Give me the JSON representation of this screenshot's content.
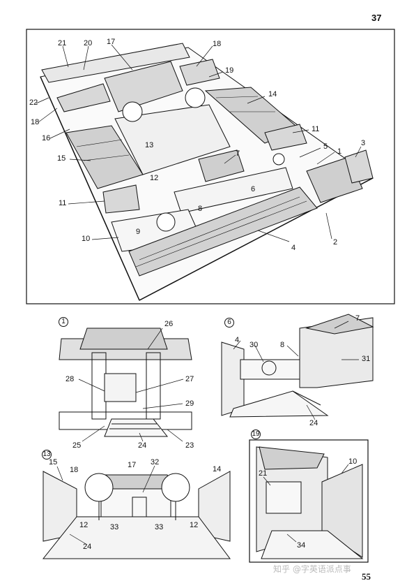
{
  "page": {
    "top_number": "37",
    "bottom_number": "55",
    "watermark": "知乎 @字英语派点事"
  },
  "aerial": {
    "labels": [
      "21",
      "20",
      "17",
      "18",
      "19",
      "22",
      "18",
      "14",
      "16",
      "11",
      "5",
      "1",
      "3",
      "13",
      "7",
      "15",
      "12",
      "6",
      "11",
      "8",
      "9",
      "10",
      "4",
      "2"
    ]
  },
  "view1": {
    "marker": "1",
    "labels": [
      "26",
      "28",
      "27",
      "29",
      "25",
      "24",
      "23"
    ]
  },
  "view6": {
    "marker": "6",
    "labels": [
      "4",
      "30",
      "8",
      "7",
      "31",
      "24"
    ]
  },
  "view13": {
    "marker": "13",
    "labels": [
      "15",
      "18",
      "17",
      "32",
      "14",
      "12",
      "33",
      "33",
      "12",
      "24"
    ]
  },
  "view19": {
    "marker": "19",
    "labels": [
      "10",
      "21",
      "34"
    ]
  },
  "colors": {
    "ink": "#111111",
    "paper": "#ffffff",
    "watermark": "#bbbbbb"
  }
}
